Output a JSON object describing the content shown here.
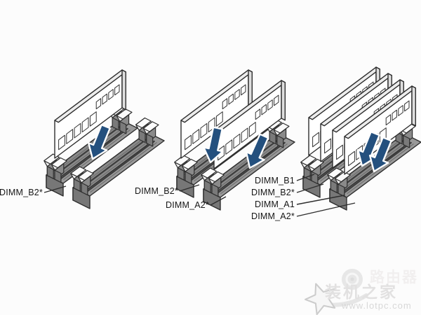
{
  "figure": {
    "description_name": "dimm-slot-installation-diagram",
    "colors": {
      "background": "#fcfcfc",
      "slot_top": "#999999",
      "slot_front": "#8a8a8a",
      "slot_end": "#777777",
      "module_face": "#ffffff",
      "outline": "#2e2e2e",
      "arrow_blue": "#24507e",
      "label_text": "#161616",
      "watermark_gray": "#e2e1e1"
    }
  },
  "panels": [
    {
      "name": "single-module-install",
      "modules": 1,
      "labels": [
        {
          "text": "DIMM_B2*"
        }
      ]
    },
    {
      "name": "dual-module-install",
      "modules": 2,
      "labels": [
        {
          "text": "DIMM_B2*"
        },
        {
          "text": "DIMM_A2*"
        }
      ]
    },
    {
      "name": "quad-module-install",
      "modules": 4,
      "labels": [
        {
          "text": "DIMM_B1"
        },
        {
          "text": "DIMM_B2*"
        },
        {
          "text": "DIMM_A1"
        },
        {
          "text": "DIMM_A2*"
        }
      ]
    }
  ],
  "watermark": {
    "icons": {
      "star": "star-icon",
      "disc": "disc-icon"
    },
    "site_top": "路由器",
    "site_main": "装机之家",
    "url": "www.lotpc.com"
  }
}
